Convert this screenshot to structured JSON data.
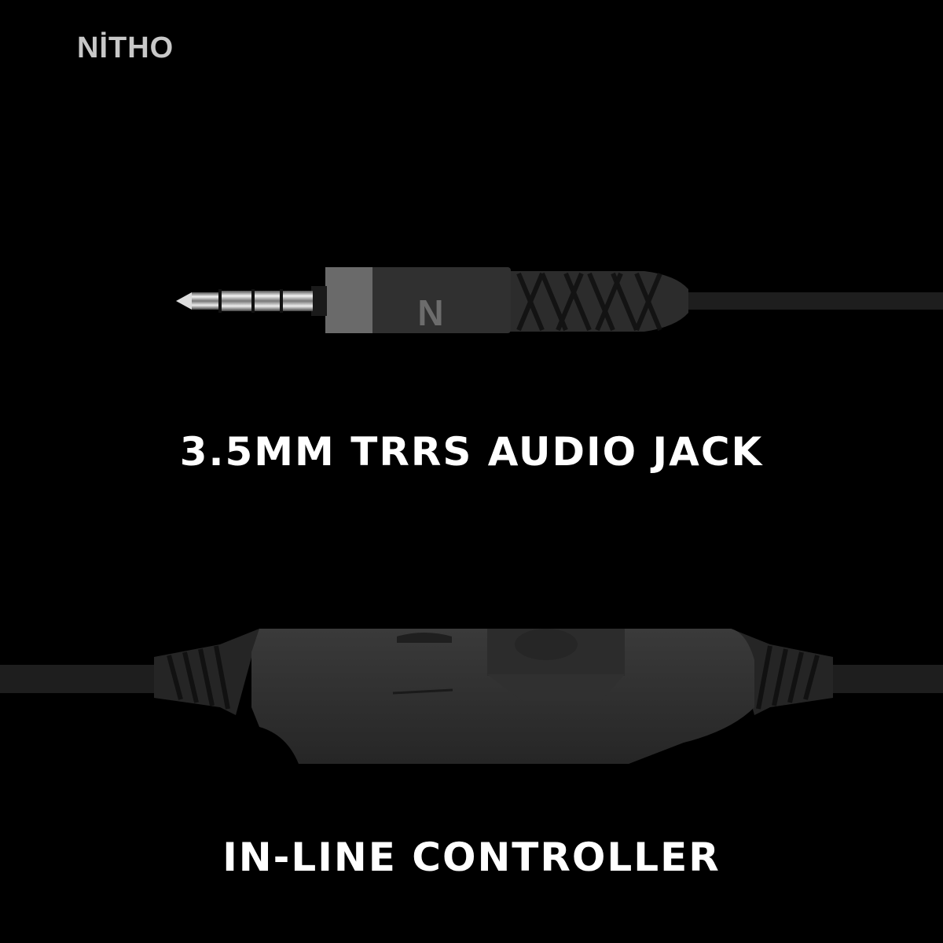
{
  "brand": {
    "logo_text": "NİTHO",
    "plug_mark": "N"
  },
  "captions": {
    "jack": "3.5MM TRRS AUDIO JACK",
    "controller": "IN-LINE CONTROLLER"
  },
  "colors": {
    "background": "#000000",
    "caption": "#ffffff",
    "logo": "#c8c8c8",
    "product": "#2e2e2e"
  }
}
